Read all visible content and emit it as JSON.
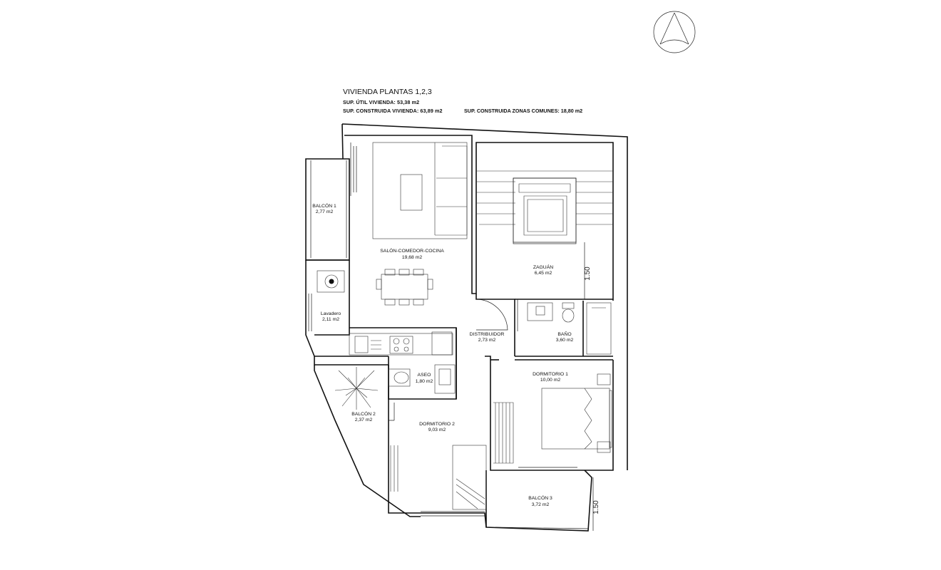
{
  "header": {
    "title": "VIVIENDA PLANTAS 1,2,3",
    "sup_util": "SUP. ÚTIL VIVIENDA: 53,38 m2",
    "sup_construida": "SUP. CONSTRUIDA VIVIENDA: 63,89 m2",
    "sup_comunes": "SUP. CONSTRUIDA ZONAS COMUNES: 18,80 m2"
  },
  "rooms": [
    {
      "id": "balcon1",
      "name": "BALCÓN 1",
      "area": "2,77 m2"
    },
    {
      "id": "salon",
      "name": "SALÓN-COMEDOR-COCINA",
      "area": "19,68 m2"
    },
    {
      "id": "zaguan",
      "name": "ZAGUÁN",
      "area": "6,45 m2"
    },
    {
      "id": "lavadero",
      "name": "Lavadero",
      "area": "2,11 m2"
    },
    {
      "id": "distribuidor",
      "name": "DISTRIBUIDOR",
      "area": "2,73 m2"
    },
    {
      "id": "bano",
      "name": "BAÑO",
      "area": "3,60 m2"
    },
    {
      "id": "aseo",
      "name": "ASEO",
      "area": "1,80 m2"
    },
    {
      "id": "dormitorio1",
      "name": "DORMITORIO 1",
      "area": "10,00 m2"
    },
    {
      "id": "balcon2",
      "name": "BALCÓN 2",
      "area": "2,37 m2"
    },
    {
      "id": "dormitorio2",
      "name": "DORMITORIO 2",
      "area": "9,03 m2"
    },
    {
      "id": "balcon3",
      "name": "BALCÓN 3",
      "area": "3,72 m2"
    }
  ],
  "dimensions": [
    "1.50",
    "1.50"
  ],
  "icons": {
    "north_arrow": "north-arrow-icon"
  }
}
